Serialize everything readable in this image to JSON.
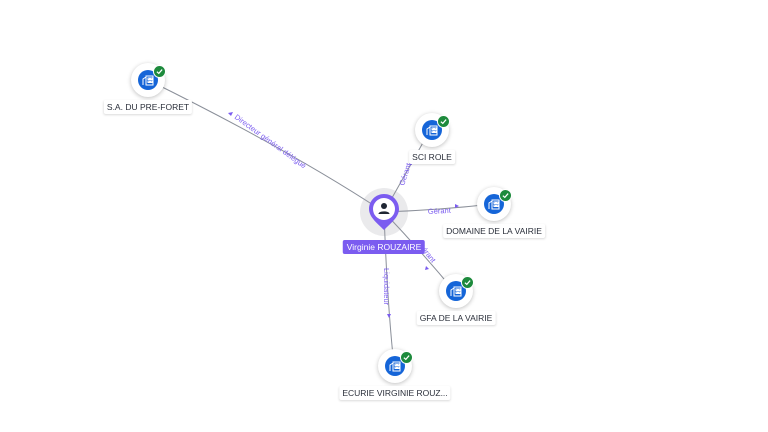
{
  "center": {
    "name": "Virginie ROUZAIRE",
    "icon": "person-icon",
    "color": "#7b5cf0"
  },
  "entities": [
    {
      "id": "pre-foret",
      "name": "S.A. DU PRE-FORET",
      "icon": "company-icon",
      "status": "verified",
      "relation": "Directeur général délégué"
    },
    {
      "id": "sci-role",
      "name": "SCI ROLE",
      "icon": "company-icon",
      "status": "verified",
      "relation": "Gérant"
    },
    {
      "id": "domaine",
      "name": "DOMAINE DE LA VAIRIE",
      "icon": "company-icon",
      "status": "verified",
      "relation": "Gérant"
    },
    {
      "id": "gfa",
      "name": "GFA DE LA VAIRIE",
      "icon": "company-icon",
      "status": "verified",
      "relation": "Gérant"
    },
    {
      "id": "ecurie",
      "name": "ECURIE VIRGINIE ROUZ...",
      "icon": "company-icon",
      "status": "verified",
      "relation": "Liquidateur"
    }
  ],
  "colors": {
    "company": "#1565d8",
    "verified": "#1d8a3c",
    "edge_label": "#7b5cf0"
  }
}
